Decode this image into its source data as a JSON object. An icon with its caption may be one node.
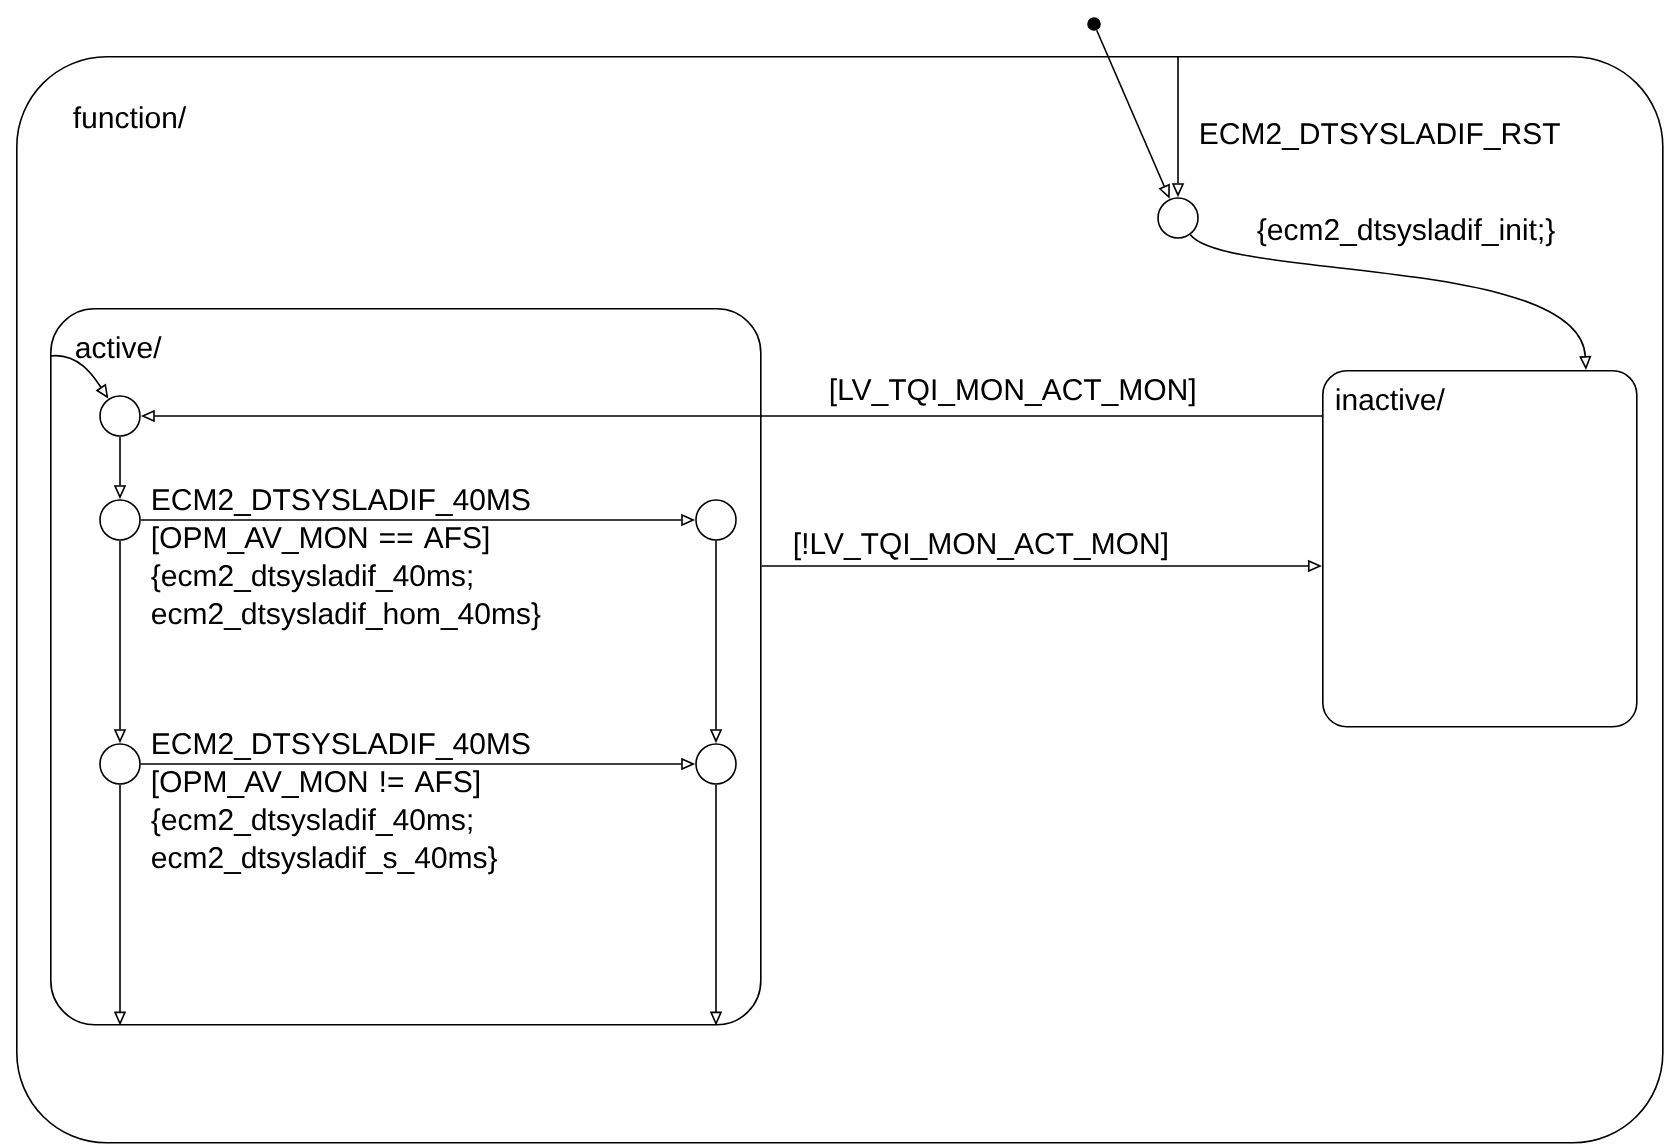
{
  "diagram": {
    "nodes": [
      {
        "text": [
          "function/"
        ]
      },
      {
        "text": [],
        "shape": "circle"
      },
      {
        "text": [],
        "shape": "circle",
        "in": 0
      },
      {
        "text": [
          "active/"
        ],
        "in": 0
      },
      {
        "text": [
          "inactive/"
        ],
        "in": 0
      },
      {
        "text": [],
        "shape": "circle",
        "in": 3
      },
      {
        "text": [],
        "shape": "circle",
        "in": 3
      },
      {
        "text": [],
        "shape": "circle",
        "in": 3
      },
      {
        "text": [],
        "shape": "circle",
        "in": 3
      },
      {
        "text": [],
        "shape": "circle",
        "in": 3
      }
    ],
    "edges": [
      {
        "from": 1,
        "to": 2,
        "arrow": "to"
      },
      {
        "from": 0,
        "to": 2,
        "arrow": "to",
        "label": "ECM2_DTSYSLADIF_RST"
      },
      {
        "from": 2,
        "to": 4,
        "arrow": "to",
        "label": "{ecm2_dtsysladif_init;}"
      },
      {
        "from": 4,
        "to": 5,
        "arrow": "to",
        "label": "[LV_TQI_MON_ACT_MON]"
      },
      {
        "from": 3,
        "to": 4,
        "arrow": "to",
        "label": "[!LV_TQI_MON_ACT_MON]"
      },
      {
        "from": 3,
        "to": 5,
        "arrow": "to"
      },
      {
        "from": 5,
        "to": 6,
        "arrow": "to"
      },
      {
        "from": 6,
        "to": 7,
        "arrow": "to",
        "label": "ECM2_DTSYSLADIF_40MS [OPM_AV_MON == AFS] {ecm2_dtsysladif_40ms; ecm2_dtsysladif_hom_40ms}"
      },
      {
        "from": 6,
        "to": 8,
        "arrow": "to"
      },
      {
        "from": 7,
        "to": 9,
        "arrow": "to"
      },
      {
        "from": 8,
        "to": 9,
        "arrow": "to",
        "label": "ECM2_DTSYSLADIF_40MS [OPM_AV_MON != AFS] {ecm2_dtsysladif_40ms; ecm2_dtsysladif_s_40ms}"
      },
      {
        "from": 8,
        "to": 3,
        "arrow": "to"
      },
      {
        "from": 9,
        "to": 3,
        "arrow": "to"
      }
    ]
  }
}
